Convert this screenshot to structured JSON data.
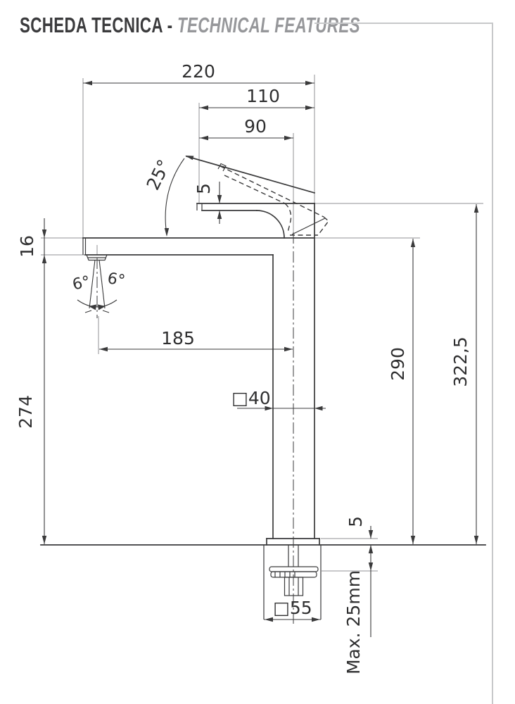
{
  "title": {
    "primary": "SCHEDA TECNICA - ",
    "secondary": "TECHNICAL FEATURES"
  },
  "drawing": {
    "type": "faucet technical drawing, side elevation of tall single-hole basin mixer",
    "labels": {
      "d220": "220",
      "d110": "110",
      "d90": "90",
      "d25deg": "25°",
      "d5_spout": "5",
      "d16": "16",
      "d6_left": "6°",
      "d6_right": "6°",
      "d185": "185",
      "d274": "274",
      "d290": "290",
      "d322": "322,5",
      "d40": "□40",
      "d5_base": "5",
      "d55": "□55",
      "dmax": "Max. 25mm"
    },
    "colors": {
      "title_primary": "#3b3b3d",
      "title_secondary": "#96979a",
      "rule": "#c7c8ca",
      "line_main": "#3a3a3b",
      "line_thin": "#909194",
      "label_text": "#2f2f30"
    }
  }
}
